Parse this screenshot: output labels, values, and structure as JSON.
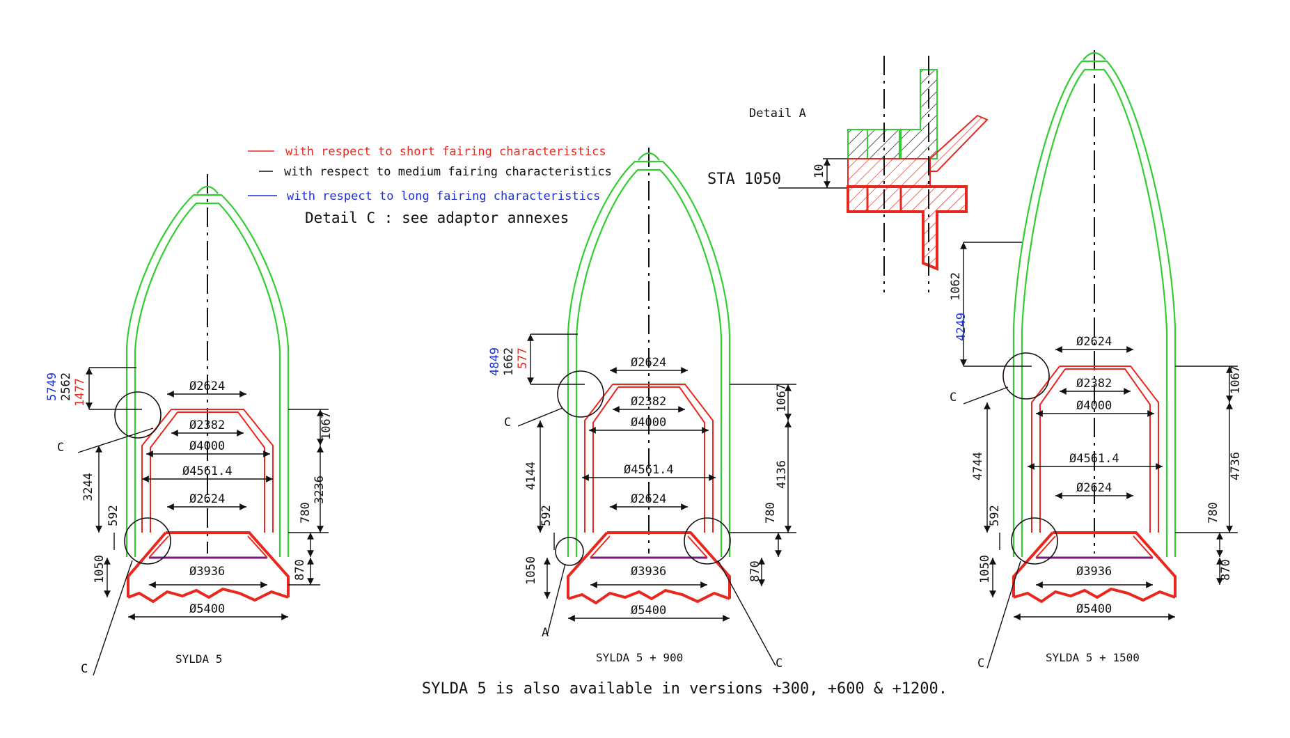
{
  "legend": {
    "short": "with respect to short fairing characteristics",
    "medium": "with respect to medium fairing characteristics",
    "long": "with respect to long fairing characteristics",
    "detail_c_note": "Detail C : see adaptor annexes",
    "colors": {
      "short": "#e8281e",
      "medium": "#111111",
      "long": "#1f2fd0"
    }
  },
  "detail_a": {
    "title": "Detail A",
    "station": "STA 1050",
    "dim": "10"
  },
  "footnote": "SYLDA 5 is also available in versions +300, +600 & +1200.",
  "views": [
    {
      "name": "SYLDA 5",
      "top_dims": {
        "long": "5749",
        "medium": "2562",
        "short": "1477"
      },
      "diameters": [
        "Ø2624",
        "Ø2382",
        "Ø4000",
        "Ø4561.4",
        "Ø2624",
        "Ø3936",
        "Ø5400"
      ],
      "left_dims": [
        "3244",
        "592",
        "1050"
      ],
      "right_dims": [
        "1067",
        "3236",
        "780",
        "870"
      ],
      "callouts": [
        "C",
        "C"
      ]
    },
    {
      "name": "SYLDA 5 + 900",
      "top_dims": {
        "long": "4849",
        "medium": "1662",
        "short": "577"
      },
      "diameters": [
        "Ø2624",
        "Ø2382",
        "Ø4000",
        "Ø4561.4",
        "Ø2624",
        "Ø3936",
        "Ø5400"
      ],
      "left_dims": [
        "4144",
        "592",
        "1050"
      ],
      "right_dims": [
        "1067",
        "4136",
        "780",
        "870"
      ],
      "callouts": [
        "C",
        "A",
        "C"
      ]
    },
    {
      "name": "SYLDA 5 + 1500",
      "top_dims": {
        "long": "4249",
        "medium": "1062"
      },
      "diameters": [
        "Ø2624",
        "Ø2382",
        "Ø4000",
        "Ø4561.4",
        "Ø2624",
        "Ø3936",
        "Ø5400"
      ],
      "left_dims": [
        "4744",
        "592",
        "1050"
      ],
      "right_dims": [
        "1067",
        "4736",
        "780",
        "870"
      ],
      "callouts": [
        "C",
        "C"
      ]
    }
  ]
}
